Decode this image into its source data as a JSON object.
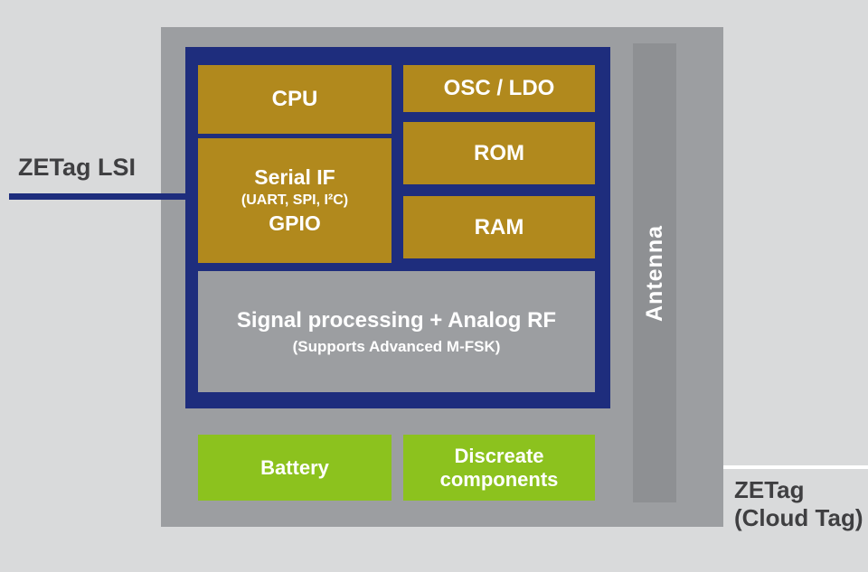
{
  "diagram": {
    "lsi_label": "ZETag LSI",
    "cloud_label_line1": "ZETag",
    "cloud_label_line2": "(Cloud Tag)",
    "antenna_label": "Antenna",
    "chip_blocks": {
      "cpu": "CPU",
      "osc_ldo": "OSC / LDO",
      "serial_if_title": "Serial IF",
      "serial_if_sub": "(UART, SPI, I²C)",
      "serial_if_gpio": "GPIO",
      "rom": "ROM",
      "ram": "RAM",
      "signal_title": "Signal processing + Analog RF",
      "signal_sub": "(Supports Advanced M-FSK)"
    },
    "board_blocks": {
      "battery": "Battery",
      "discrete_components": "Discreate components"
    },
    "colors": {
      "background": "#d9dadb",
      "board_gray": "#9c9ea1",
      "chip_blue": "#1e2d7d",
      "block_gold": "#b1891d",
      "block_green": "#8cc21e",
      "antenna_gray": "#8e9093",
      "label_text": "#3f3f41",
      "block_text": "#ffffff"
    }
  }
}
